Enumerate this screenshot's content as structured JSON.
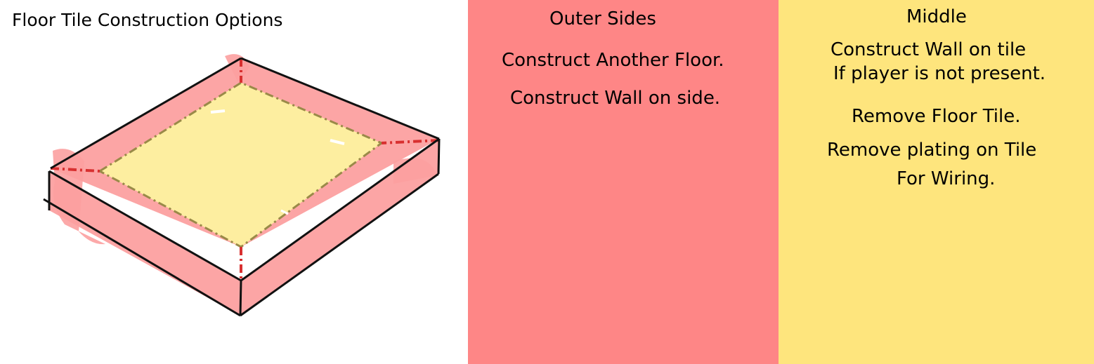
{
  "title": "Floor Tile Construction Options",
  "colors": {
    "outer_sides": "#fe8686",
    "middle": "#fee57d",
    "tile_outer_fill": "#fca0a0",
    "tile_middle_fill": "#fdeea0",
    "edge": "#111111",
    "dash_red": "#d83030",
    "dash_olive": "#9a8a48"
  },
  "icons": [
    "floor-tile-illustration"
  ],
  "outer_sides": {
    "heading": "Outer Sides",
    "options": [
      "Construct Another Floor.",
      "Construct Wall on side."
    ]
  },
  "middle": {
    "heading": "Middle",
    "options": [
      {
        "line1": "Construct Wall on tile",
        "line2": "If player is not present."
      },
      {
        "line1": "Remove Floor Tile."
      },
      {
        "line1": "Remove plating on Tile",
        "line2": "For Wiring."
      }
    ]
  }
}
